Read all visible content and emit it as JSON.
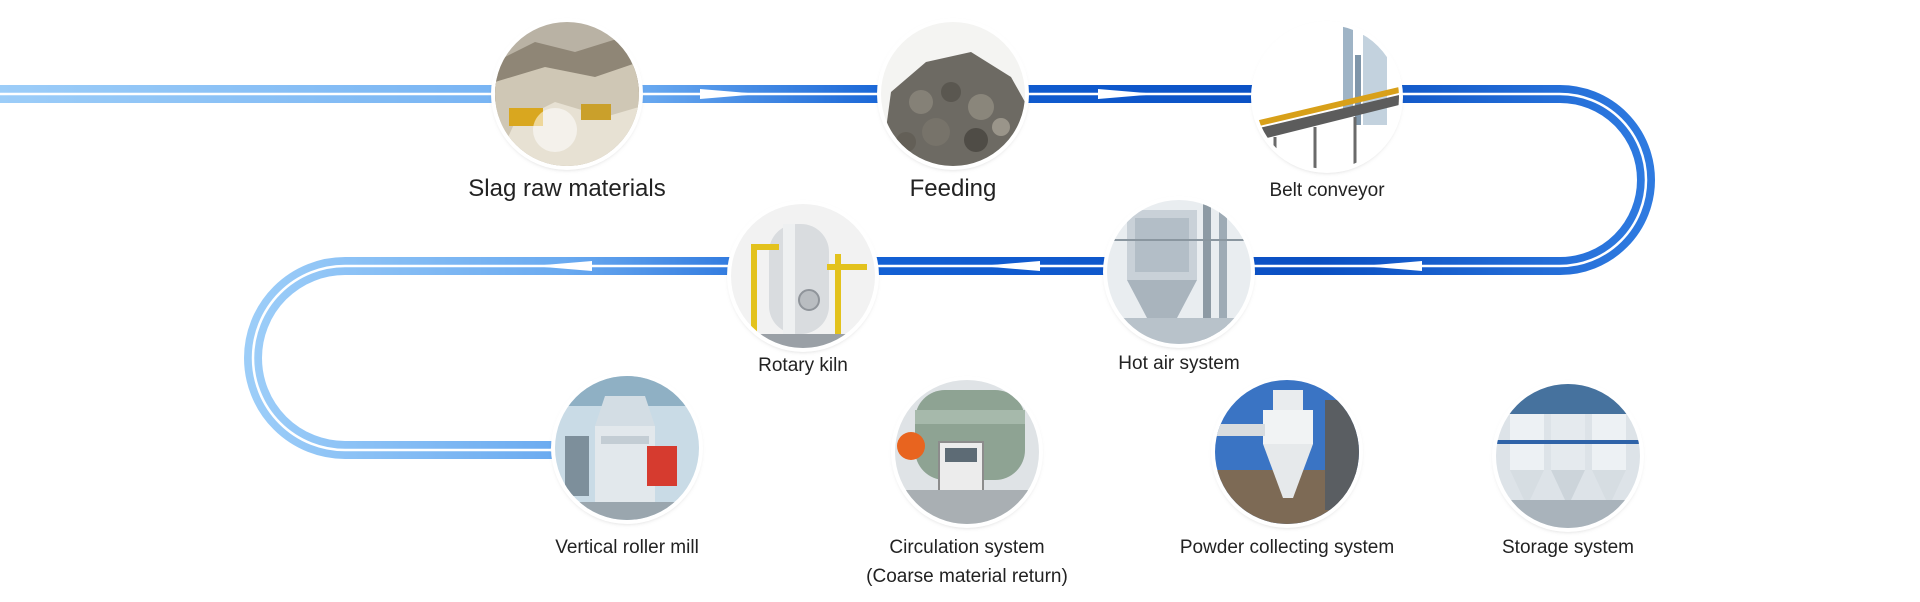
{
  "steps": [
    {
      "label": "Slag raw materials",
      "icon": "slag-raw-materials-photo-icon"
    },
    {
      "label": "Feeding",
      "icon": "feeding-material-photo-icon"
    },
    {
      "label": "Belt conveyor",
      "icon": "belt-conveyor-photo-icon"
    },
    {
      "label": "Hot air system",
      "icon": "hot-air-system-photo-icon"
    },
    {
      "label": "Rotary kiln",
      "icon": "rotary-kiln-photo-icon"
    },
    {
      "label": "Vertical roller mill",
      "icon": "vertical-roller-mill-photo-icon"
    },
    {
      "label": "Circulation system",
      "sublabel": "(Coarse material return)",
      "icon": "circulation-system-photo-icon"
    },
    {
      "label": "Powder collecting system",
      "icon": "powder-collecting-system-photo-icon"
    },
    {
      "label": "Storage system",
      "icon": "storage-system-photo-icon"
    }
  ],
  "colors": {
    "light_blue": "#8ec5f7",
    "mid_blue": "#3a86e6",
    "deep_blue": "#0a52c4",
    "arrow": "#ffffff"
  }
}
